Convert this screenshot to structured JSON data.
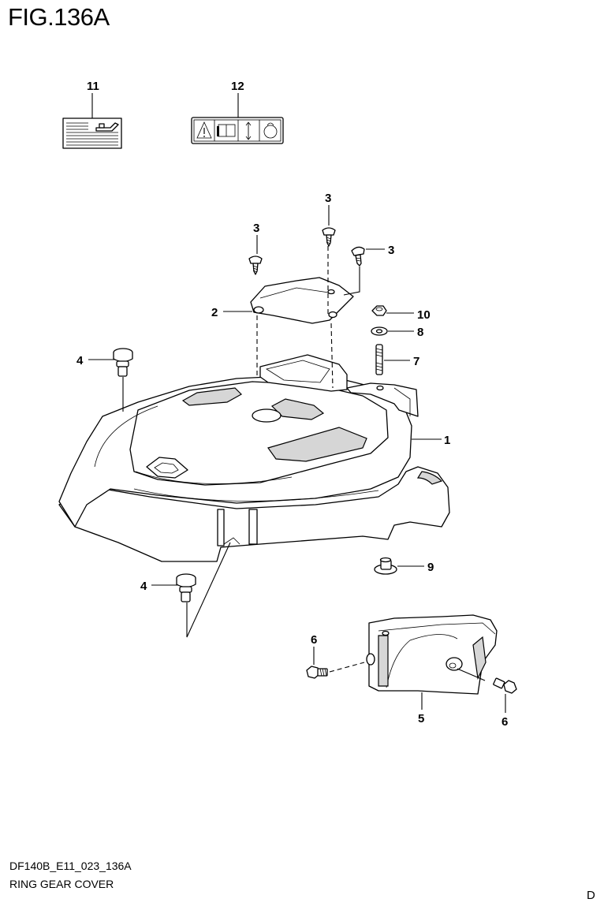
{
  "figure": {
    "title": "FIG.136A",
    "code": "DF140B_E11_023_136A",
    "name": "RING GEAR COVER",
    "page_letter": "D"
  },
  "callouts": {
    "c1": "1",
    "c2": "2",
    "c3a": "3",
    "c3b": "3",
    "c3c": "3",
    "c4a": "4",
    "c4b": "4",
    "c5": "5",
    "c6a": "6",
    "c6b": "6",
    "c7": "7",
    "c8": "8",
    "c9": "9",
    "c10": "10",
    "c11": "11",
    "c12": "12"
  },
  "label_icons": [
    "warning-triangle-icon",
    "manual-book-icon",
    "up-down-arrow-icon",
    "round-symbol-icon"
  ]
}
